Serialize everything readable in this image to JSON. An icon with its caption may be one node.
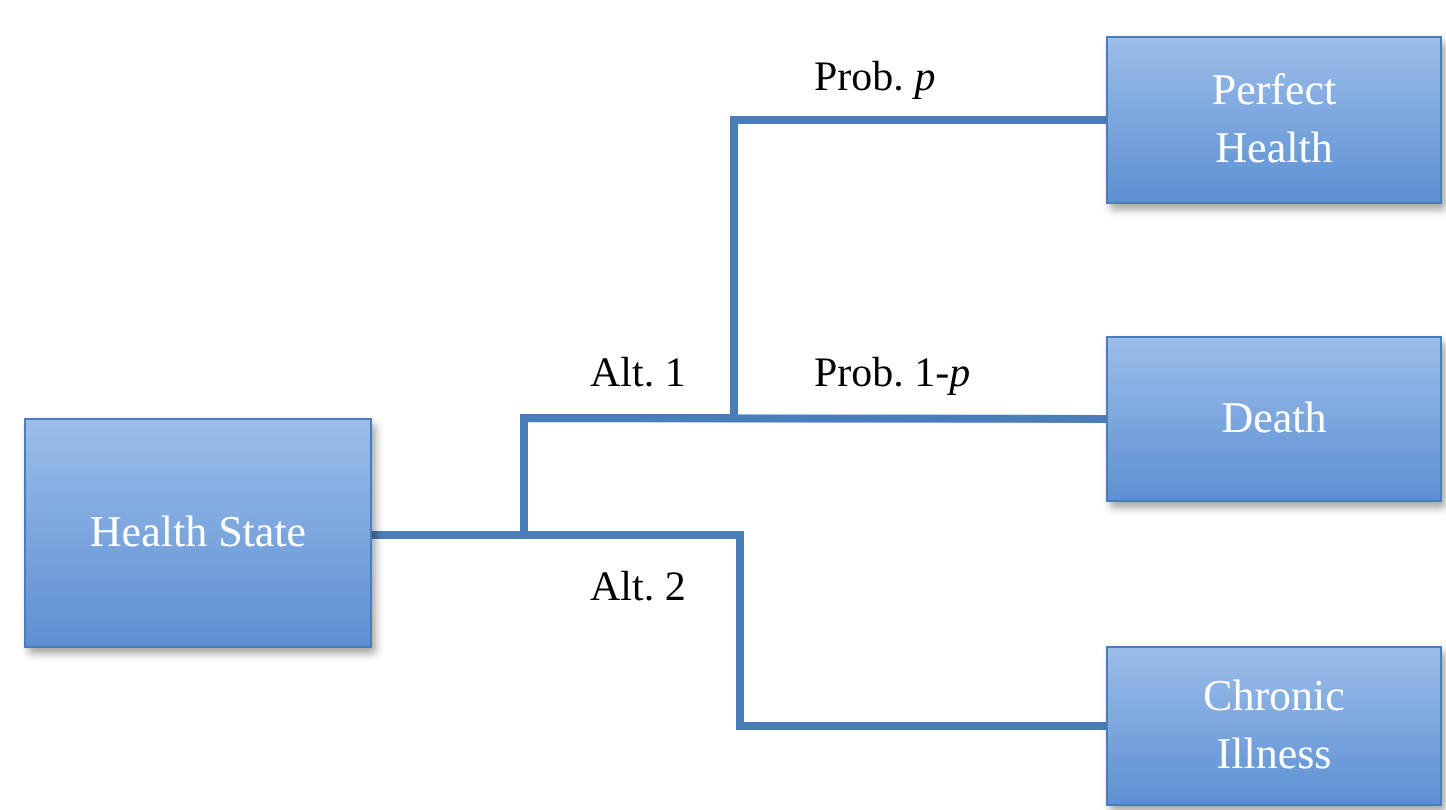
{
  "diagram": {
    "nodes": [
      {
        "text": [
          "Health State"
        ]
      },
      {
        "text": [
          "Perfect Health"
        ]
      },
      {
        "text": [
          "Death"
        ]
      },
      {
        "text": [
          "Chronic Illness"
        ]
      }
    ],
    "edges": [
      {
        "from": 0,
        "to": 1,
        "arrow": "none",
        "label": "Prob. *p*"
      },
      {
        "from": 0,
        "to": 2,
        "arrow": "none",
        "label": "Prob. 1-*p*"
      },
      {
        "from": 0,
        "to": 3,
        "arrow": "none",
        "label": "Alt. 2"
      }
    ],
    "labels": [
      "Alt. 1"
    ]
  }
}
